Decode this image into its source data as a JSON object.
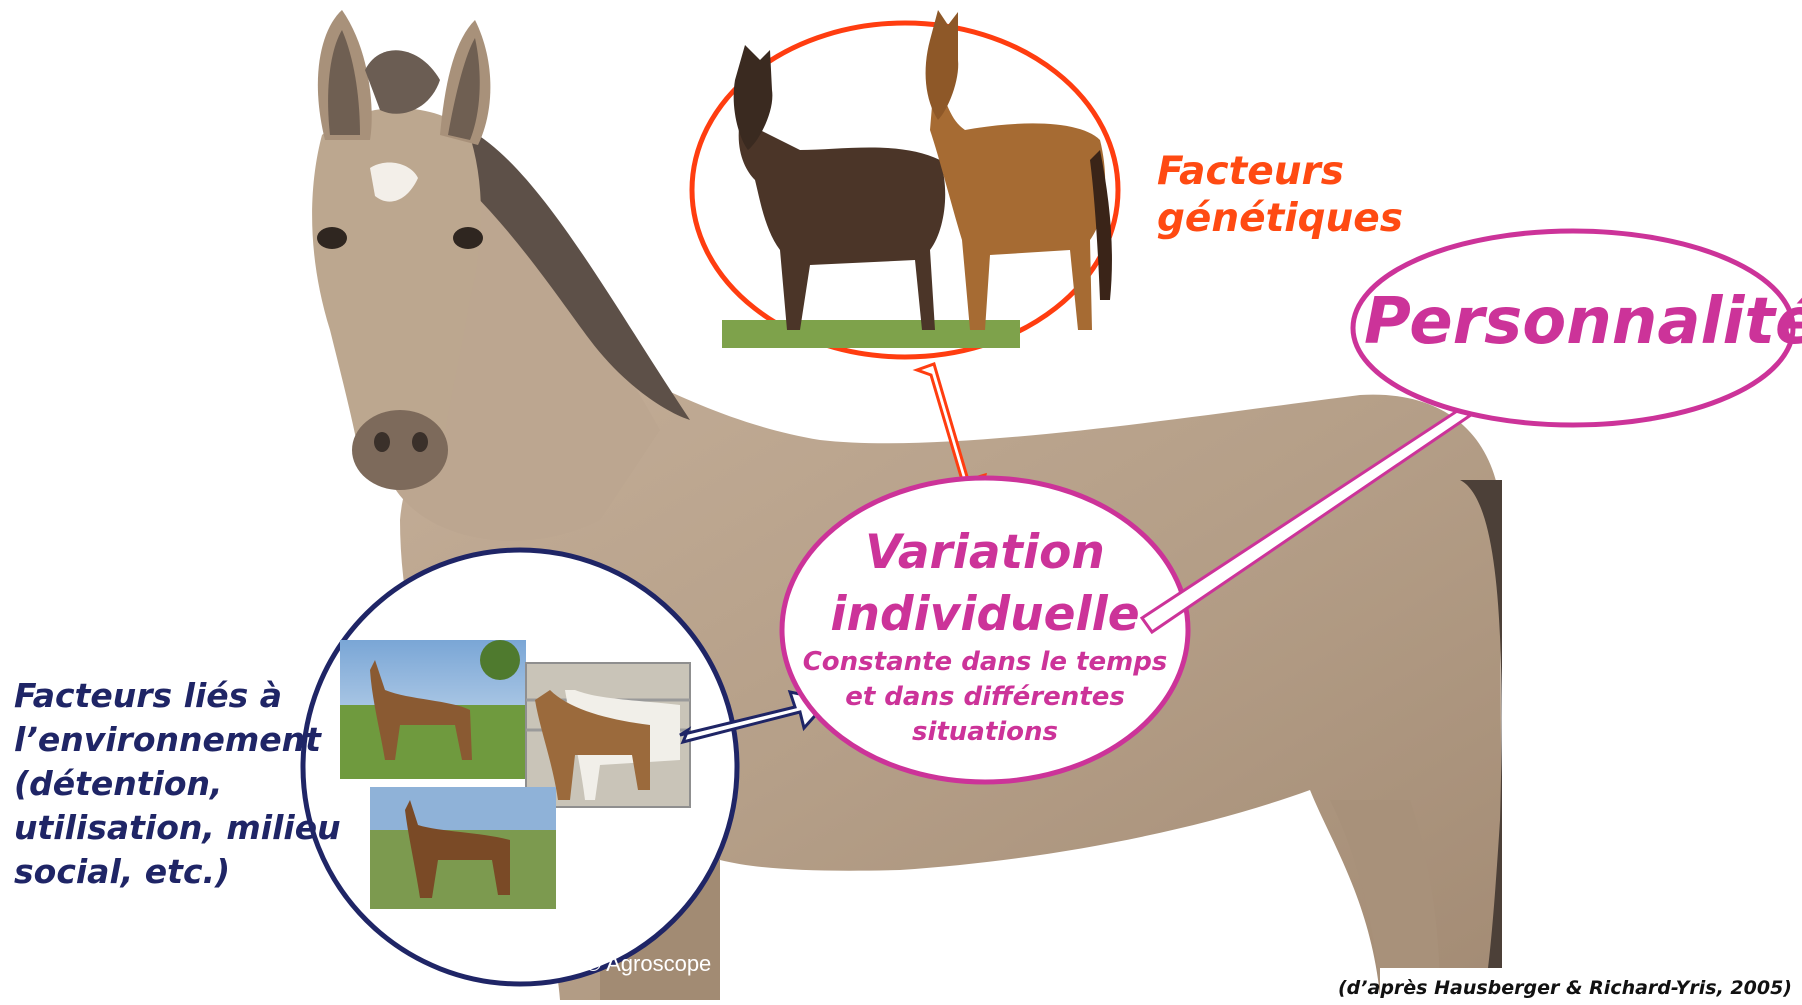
{
  "genetic_factors": {
    "lines": [
      "Facteurs",
      "génétiques"
    ]
  },
  "environment_factors": {
    "lines": [
      "Facteurs liés à",
      "l’environnement",
      "(détention,",
      "utilisation, milieu",
      "social, etc.)"
    ]
  },
  "variation": {
    "title_lines": [
      "Variation",
      "individuelle"
    ],
    "subtitle_lines": [
      "Constante dans le temps",
      "et dans différentes",
      "situations"
    ]
  },
  "personality": {
    "label": "Personnalité"
  },
  "copyright": "© Agroscope",
  "citation": "(d’après Hausberger & Richard-Yris, 2005)",
  "colors": {
    "genetic": "#ff4a12",
    "environment": "#1f2566",
    "magenta": "#cc3399"
  }
}
